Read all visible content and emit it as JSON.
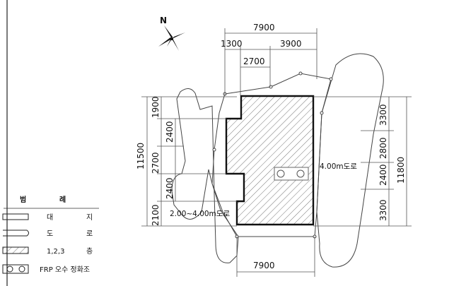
{
  "north": {
    "label": "N"
  },
  "dimensions": {
    "top_total": "7900",
    "top_left": "1300",
    "top_right": "3900",
    "top_mid": "2700",
    "bottom_total": "7900",
    "left_total": "11500",
    "left_1": "1900",
    "left_2": "2400",
    "left_3": "2700",
    "left_4": "2400",
    "left_5": "2100",
    "right_total": "11800",
    "right_1": "3300",
    "right_2": "2800",
    "right_3": "2400",
    "right_4": "3300"
  },
  "roads": {
    "east": "4.00m도로",
    "west": "2.00~4.00m도로"
  },
  "legend": {
    "title_1": "범",
    "title_2": "례",
    "site_1": "대",
    "site_2": "지",
    "road_1": "도",
    "road_2": "로",
    "floors_1": "1,2,3",
    "floors_2": "층",
    "septic": "FRP 오수 정화조"
  }
}
